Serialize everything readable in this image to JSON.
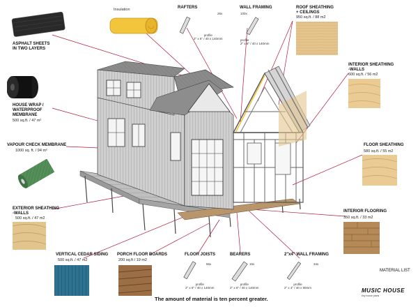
{
  "labels": {
    "asphalt": "ASPHALT SHEETS\nIN TWO LAYERS",
    "insulation": "Insulation",
    "rafters": "RAFTERS",
    "rafters_qty": "26x",
    "rafters_profile": "profile\n2\" x 6\" / 40 x 140mm",
    "wall_framing": "WALL FRAMING",
    "wall_framing_qty": "100x",
    "wall_framing_profile": "profile\n2\" x 6\" / 40 x 140mm",
    "roof_sheathing": "ROOF SHEATHING\n+ CEILINGS",
    "roof_sheathing_area": "950 sq.ft. / 88 m2",
    "house_wrap": "HOUSE WRAP /\nWATERPROOF\nMEMBRANE",
    "house_wrap_area": "500 sq.ft. / 47 m²",
    "interior_walls": "INTERIOR SHEATHING\n-WALLS",
    "interior_walls_area": "600 sq.ft. / 56 m2",
    "vapour": "VAPOUR CHECK MEMBRANE",
    "vapour_area": "1000 sq. ft. / 94 m²",
    "floor_sheathing": "FLOOR SHEATHING",
    "floor_sheathing_area": "580 sq.ft. / 55 m2",
    "exterior_walls": "EXTERIOR SHEATHING\n-WALLS",
    "exterior_walls_area": "500 sq.ft. / 47 m2",
    "interior_flooring": "INTERIOR FLOORING",
    "interior_flooring_area": "350 sq.ft. / 33 m2",
    "cedar": "VERTICAL CEDAR SIDING",
    "cedar_area": "500 sq.ft. / 47 m2",
    "porch": "PORCH FLOOR BOARDS",
    "porch_area": "200 sq.ft / 19 m2",
    "floor_joists": "FLOOR JOISTS",
    "floor_joists_qty": "56x",
    "floor_joists_profile": "profile\n2\" x 6\" / 40 x 140mm",
    "bearers": "BEARERS",
    "bearers_qty": "15x",
    "bearers_profile": "profile\n2\" x 6\" / 40 x 140mm",
    "wall_framing_2x4": "2\"x4\" WALL FRAMING",
    "wall_framing_2x4_qty": "34x",
    "wall_framing_2x4_profile": "profile\n2\" x 4\" / 40 x 90mm",
    "material_list": "MATERIAL LIST",
    "footer": "The amount of material is ten percent greater.",
    "brand": "MUSIC HOUSE",
    "brand_sub": "tiny house plans"
  },
  "colors": {
    "leader_line": "#b01a3a",
    "wood_light": "#e8c98c",
    "wood_dark": "#a8763e",
    "cedar_blue": "#2f6f8a",
    "membrane_green": "#4c8a52",
    "insulation_yellow": "#f2c53d",
    "roof_grey": "#7d7d7d",
    "wall_grey": "#c9c9c9"
  }
}
